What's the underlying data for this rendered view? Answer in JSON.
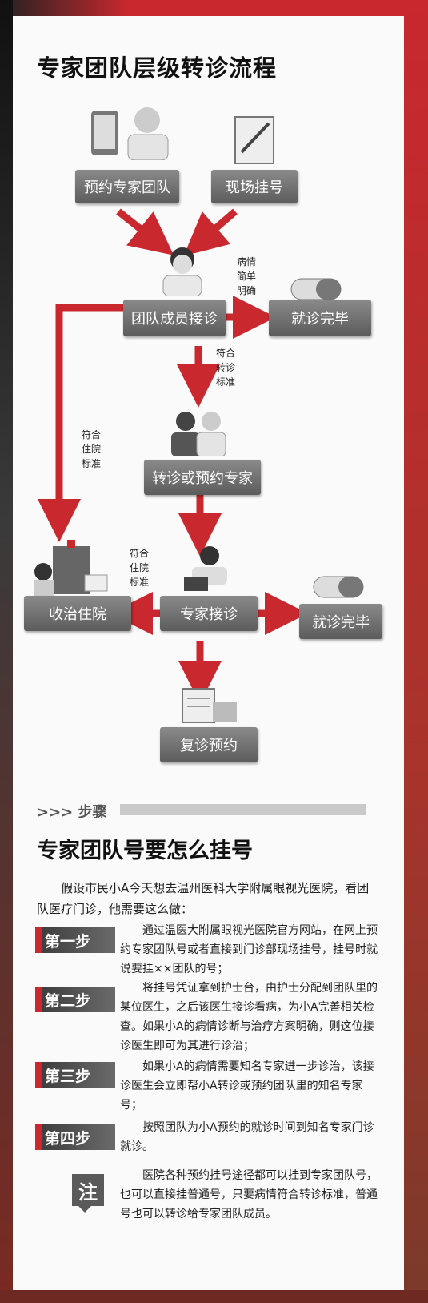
{
  "colors": {
    "accent": "#c8282e",
    "box": "#6e6e6e",
    "paper": "#fafafa"
  },
  "title": "专家团队层级转诊流程",
  "flow": {
    "box_appointment": "预约专家团队",
    "box_onsite": "现场挂号",
    "box_team_member": "团队成员接诊",
    "box_done_1": "就诊完毕",
    "box_referral": "转诊或预约专家",
    "box_expert": "专家接诊",
    "box_admit": "收治住院",
    "box_done_2": "就诊完毕",
    "box_followup": "复诊预约",
    "note_simple": [
      "病情",
      "简单",
      "明确"
    ],
    "note_referral": [
      "符合",
      "转诊",
      "标准"
    ],
    "note_admit_left": [
      "符合",
      "住院",
      "标准"
    ],
    "note_admit_mid": [
      "符合",
      "住院",
      "标准"
    ]
  },
  "steps_section": {
    "label": ">>> 步骤",
    "heading": "专家团队号要怎么挂号",
    "intro": "假设市民小A今天想去温州医科大学附属眼视光医院，看团队医疗门诊，他需要这么做：",
    "steps": [
      {
        "badge": "第一步",
        "text": "通过温医大附属眼视光医院官方网站，在网上预约专家团队号或者直接到门诊部现场挂号，挂号时就说要挂××团队的号；"
      },
      {
        "badge": "第二步",
        "text": "将挂号凭证拿到护士台，由护士分配到团队里的某位医生，之后该医生接诊看病，为小A完善相关检查。如果小A的病情诊断与治疗方案明确，则这位接诊医生即可为其进行诊治；"
      },
      {
        "badge": "第三步",
        "text": "如果小A的病情需要知名专家进一步诊治，该接诊医生会立即帮小A转诊或预约团队里的知名专家号；"
      },
      {
        "badge": "第四步",
        "text": "按照团队为小A预约的就诊时间到知名专家门诊就诊。"
      }
    ],
    "note_badge": "注",
    "note_text": "医院各种预约挂号途径都可以挂到专家团队号，也可以直接挂普通号，只要病情符合转诊标准，普通号也可以转诊给专家团队成员。"
  }
}
